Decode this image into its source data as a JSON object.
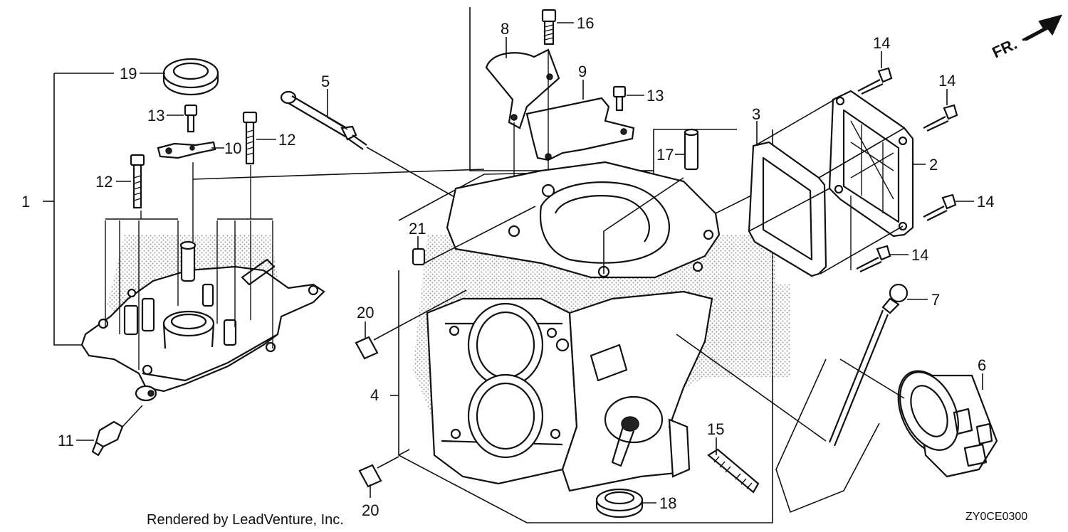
{
  "diagram": {
    "code": "ZY0CE0300",
    "credit": "Rendered by LeadVenture, Inc.",
    "front_marker": "FR.",
    "callouts": {
      "c1": "1",
      "c2": "2",
      "c3": "3",
      "c4": "4",
      "c5": "5",
      "c6": "6",
      "c7": "7",
      "c8": "8",
      "c9": "9",
      "c10": "10",
      "c11": "11",
      "c12a": "12",
      "c12b": "12",
      "c13a": "13",
      "c13b": "13",
      "c14a": "14",
      "c14b": "14",
      "c14c": "14",
      "c14d": "14",
      "c15": "15",
      "c16": "16",
      "c17": "17",
      "c18": "18",
      "c19": "19",
      "c20a": "20",
      "c20b": "20",
      "c21": "21"
    }
  }
}
